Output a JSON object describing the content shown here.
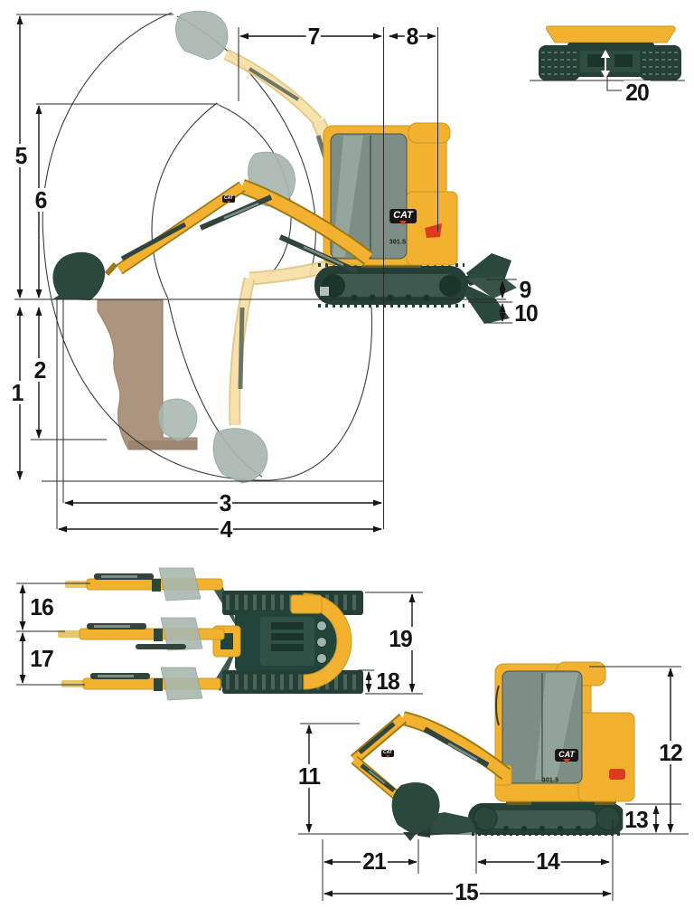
{
  "machine": {
    "brand": "CAT",
    "model": "301.5"
  },
  "dimensions": {
    "d1": "1",
    "d2": "2",
    "d3": "3",
    "d4": "4",
    "d5": "5",
    "d6": "6",
    "d7": "7",
    "d8": "8",
    "d9": "9",
    "d10": "10",
    "d11": "11",
    "d12": "12",
    "d13": "13",
    "d14": "14",
    "d15": "15",
    "d16": "16",
    "d17": "17",
    "d18": "18",
    "d19": "19",
    "d20": "20",
    "d21": "21"
  },
  "colors": {
    "cat_yellow": "#F2B12E",
    "ghost_yellow": "#F7E0A8",
    "track_dark": "#243F35",
    "track_mid": "#3E5A50",
    "glass": "#7C8E85",
    "bucket_ghost": "#A8B7AF",
    "bucket_dark": "#2A483B",
    "soil_brown": "#AC947F",
    "dim_line": "#161616",
    "logo_red": "#DE3A1E"
  }
}
